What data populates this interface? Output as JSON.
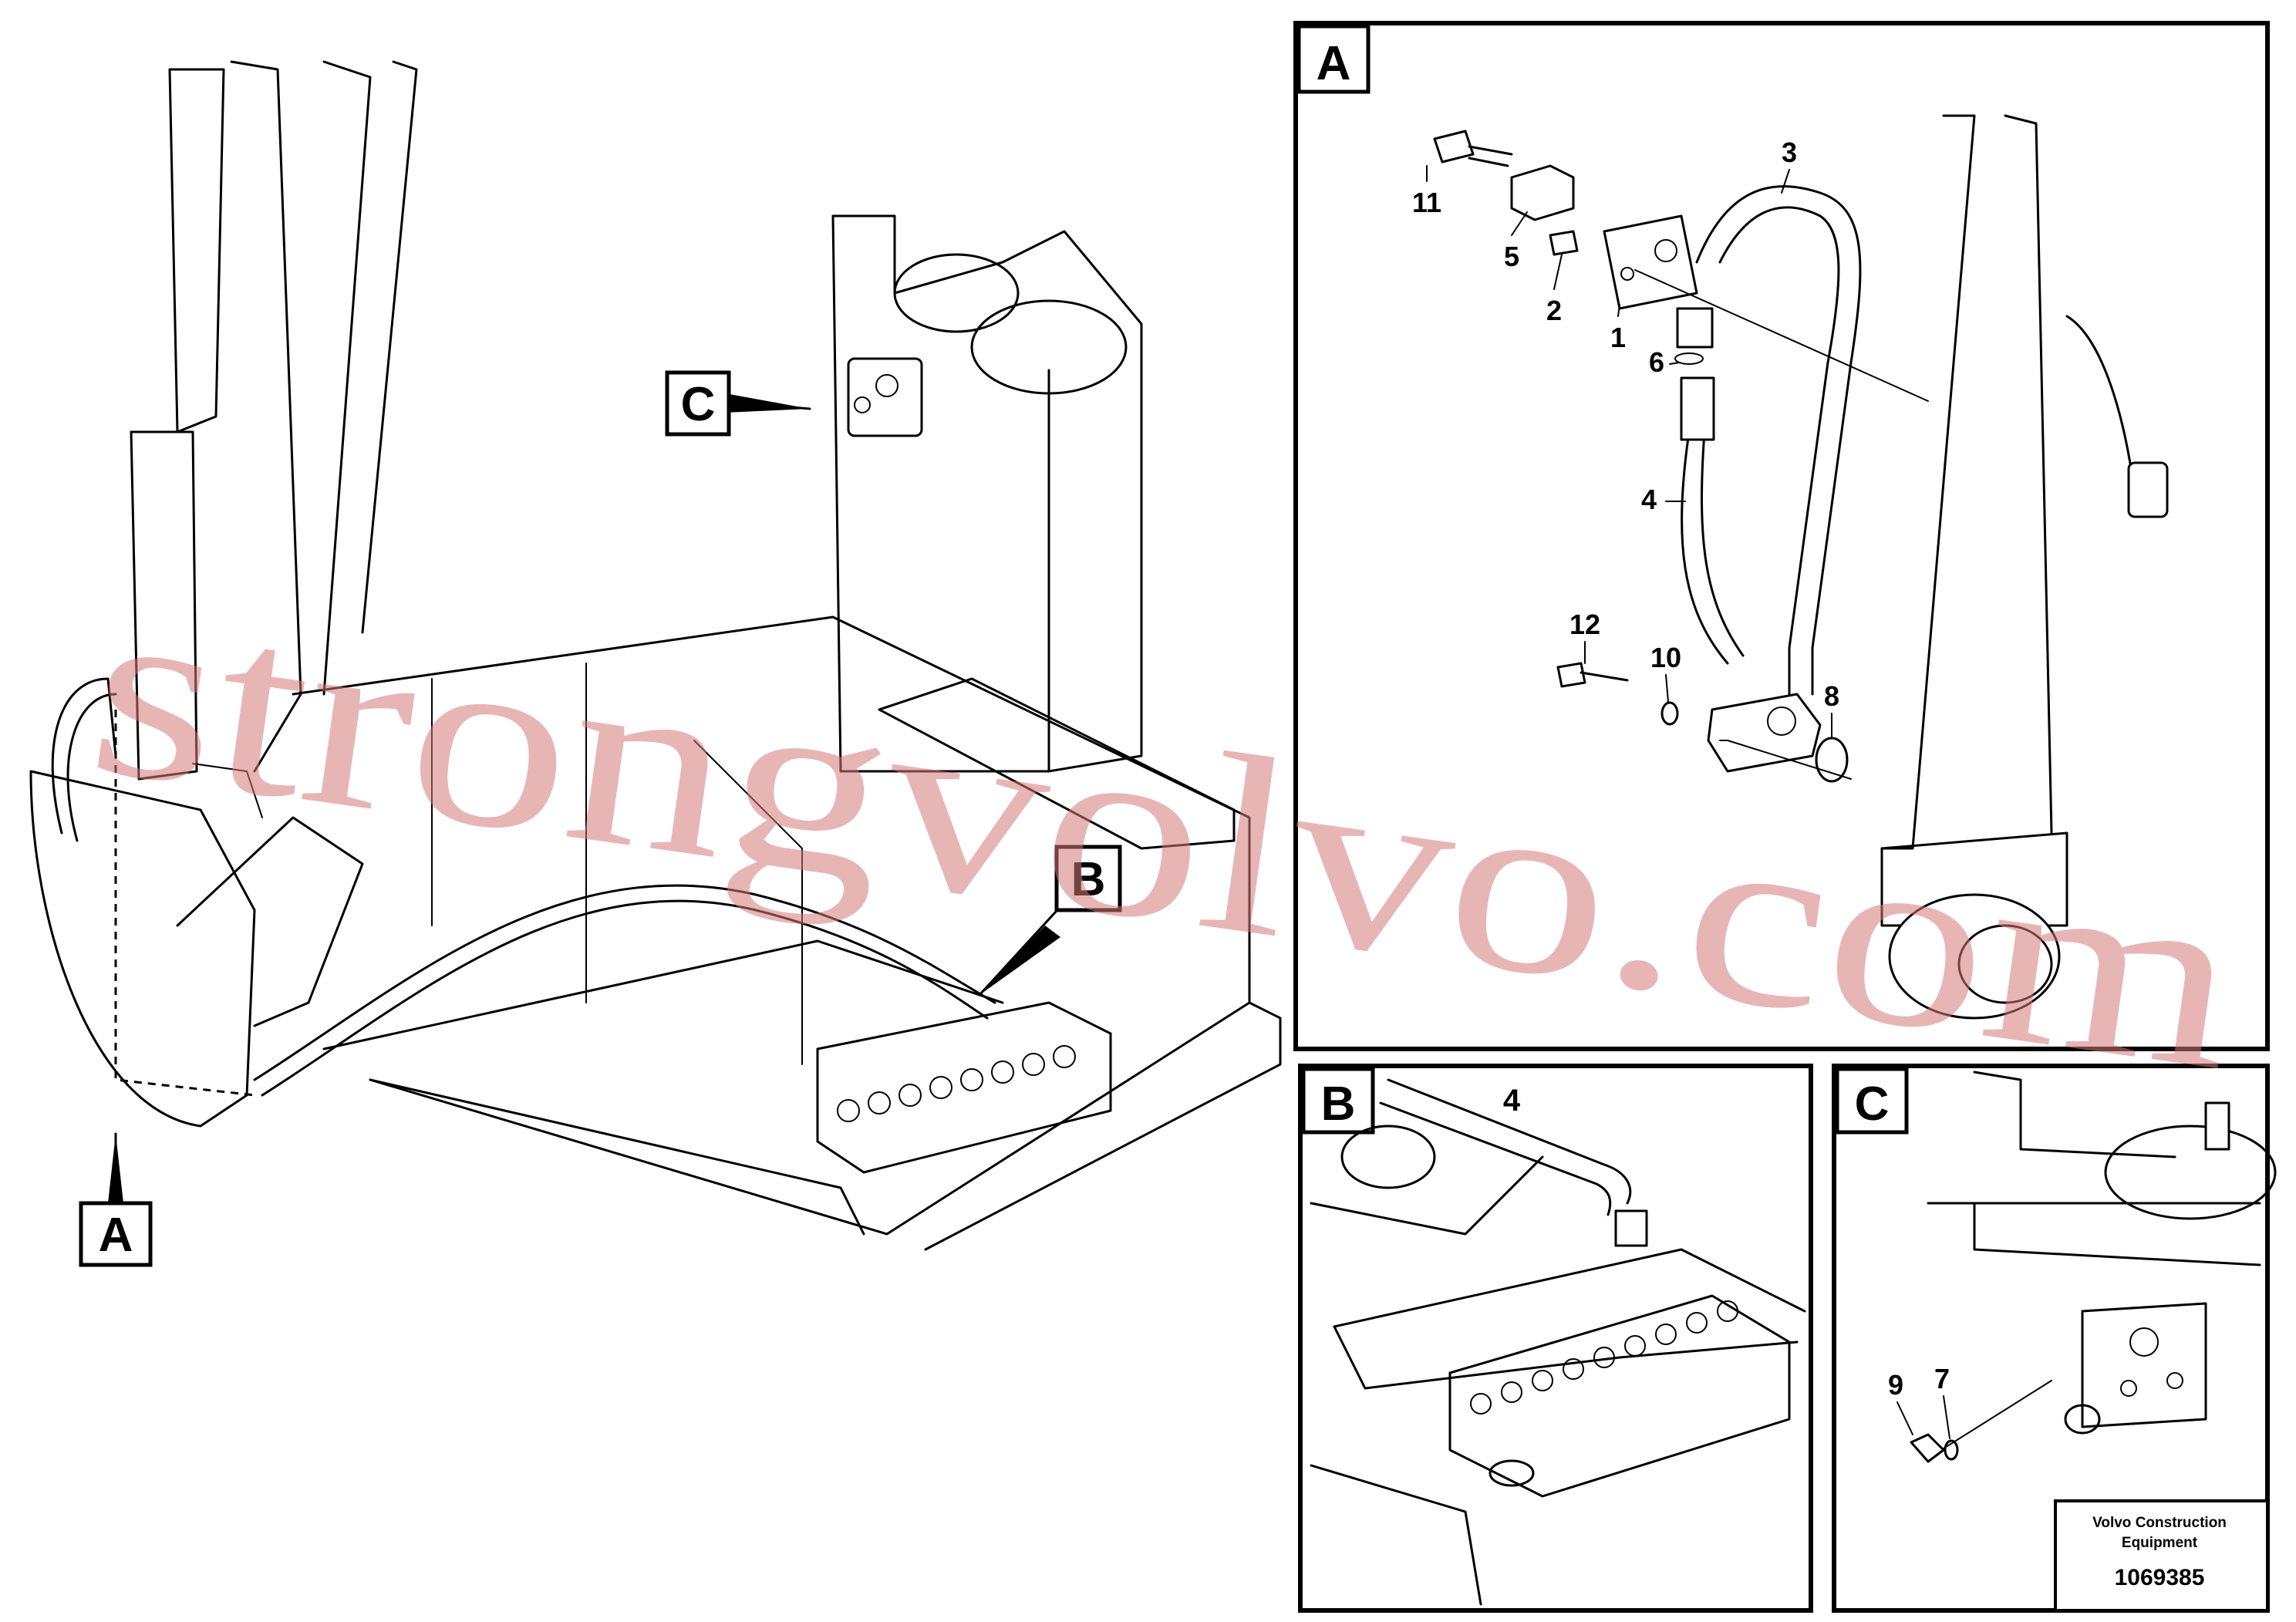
{
  "callouts": {
    "A": "A",
    "B": "B",
    "C": "C"
  },
  "detail_a": {
    "title": "A",
    "part_numbers": [
      "1",
      "2",
      "3",
      "4",
      "5",
      "6",
      "8",
      "10",
      "11",
      "12"
    ]
  },
  "detail_b": {
    "title": "B",
    "part_numbers": [
      "4"
    ]
  },
  "detail_c": {
    "title": "C",
    "part_numbers": [
      "7",
      "9"
    ]
  },
  "title_block": {
    "company_line1": "Volvo Construction",
    "company_line2": "Equipment",
    "drawing_number": "1069385"
  },
  "watermark": "strongvolvo.com",
  "colors": {
    "line": "#000000",
    "background": "#ffffff",
    "watermark": "#d67878"
  }
}
